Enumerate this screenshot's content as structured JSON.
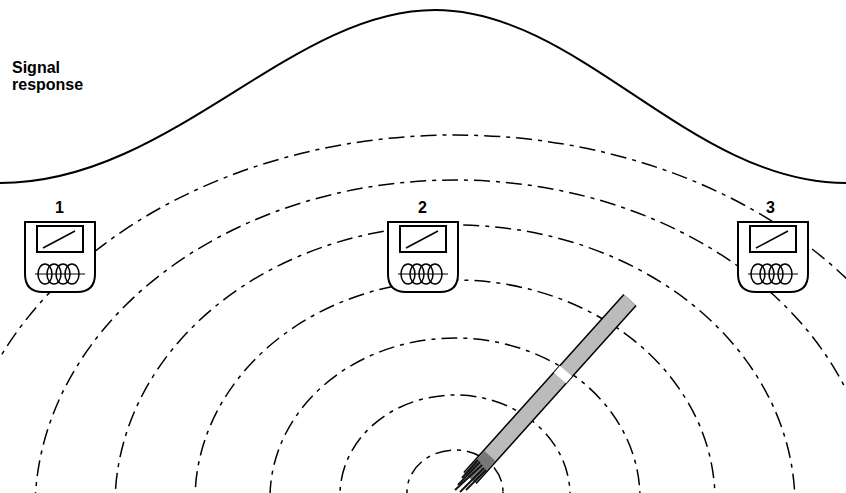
{
  "diagram": {
    "labels": [
      "Signal response",
      "1",
      "2",
      "3"
    ]
  }
}
